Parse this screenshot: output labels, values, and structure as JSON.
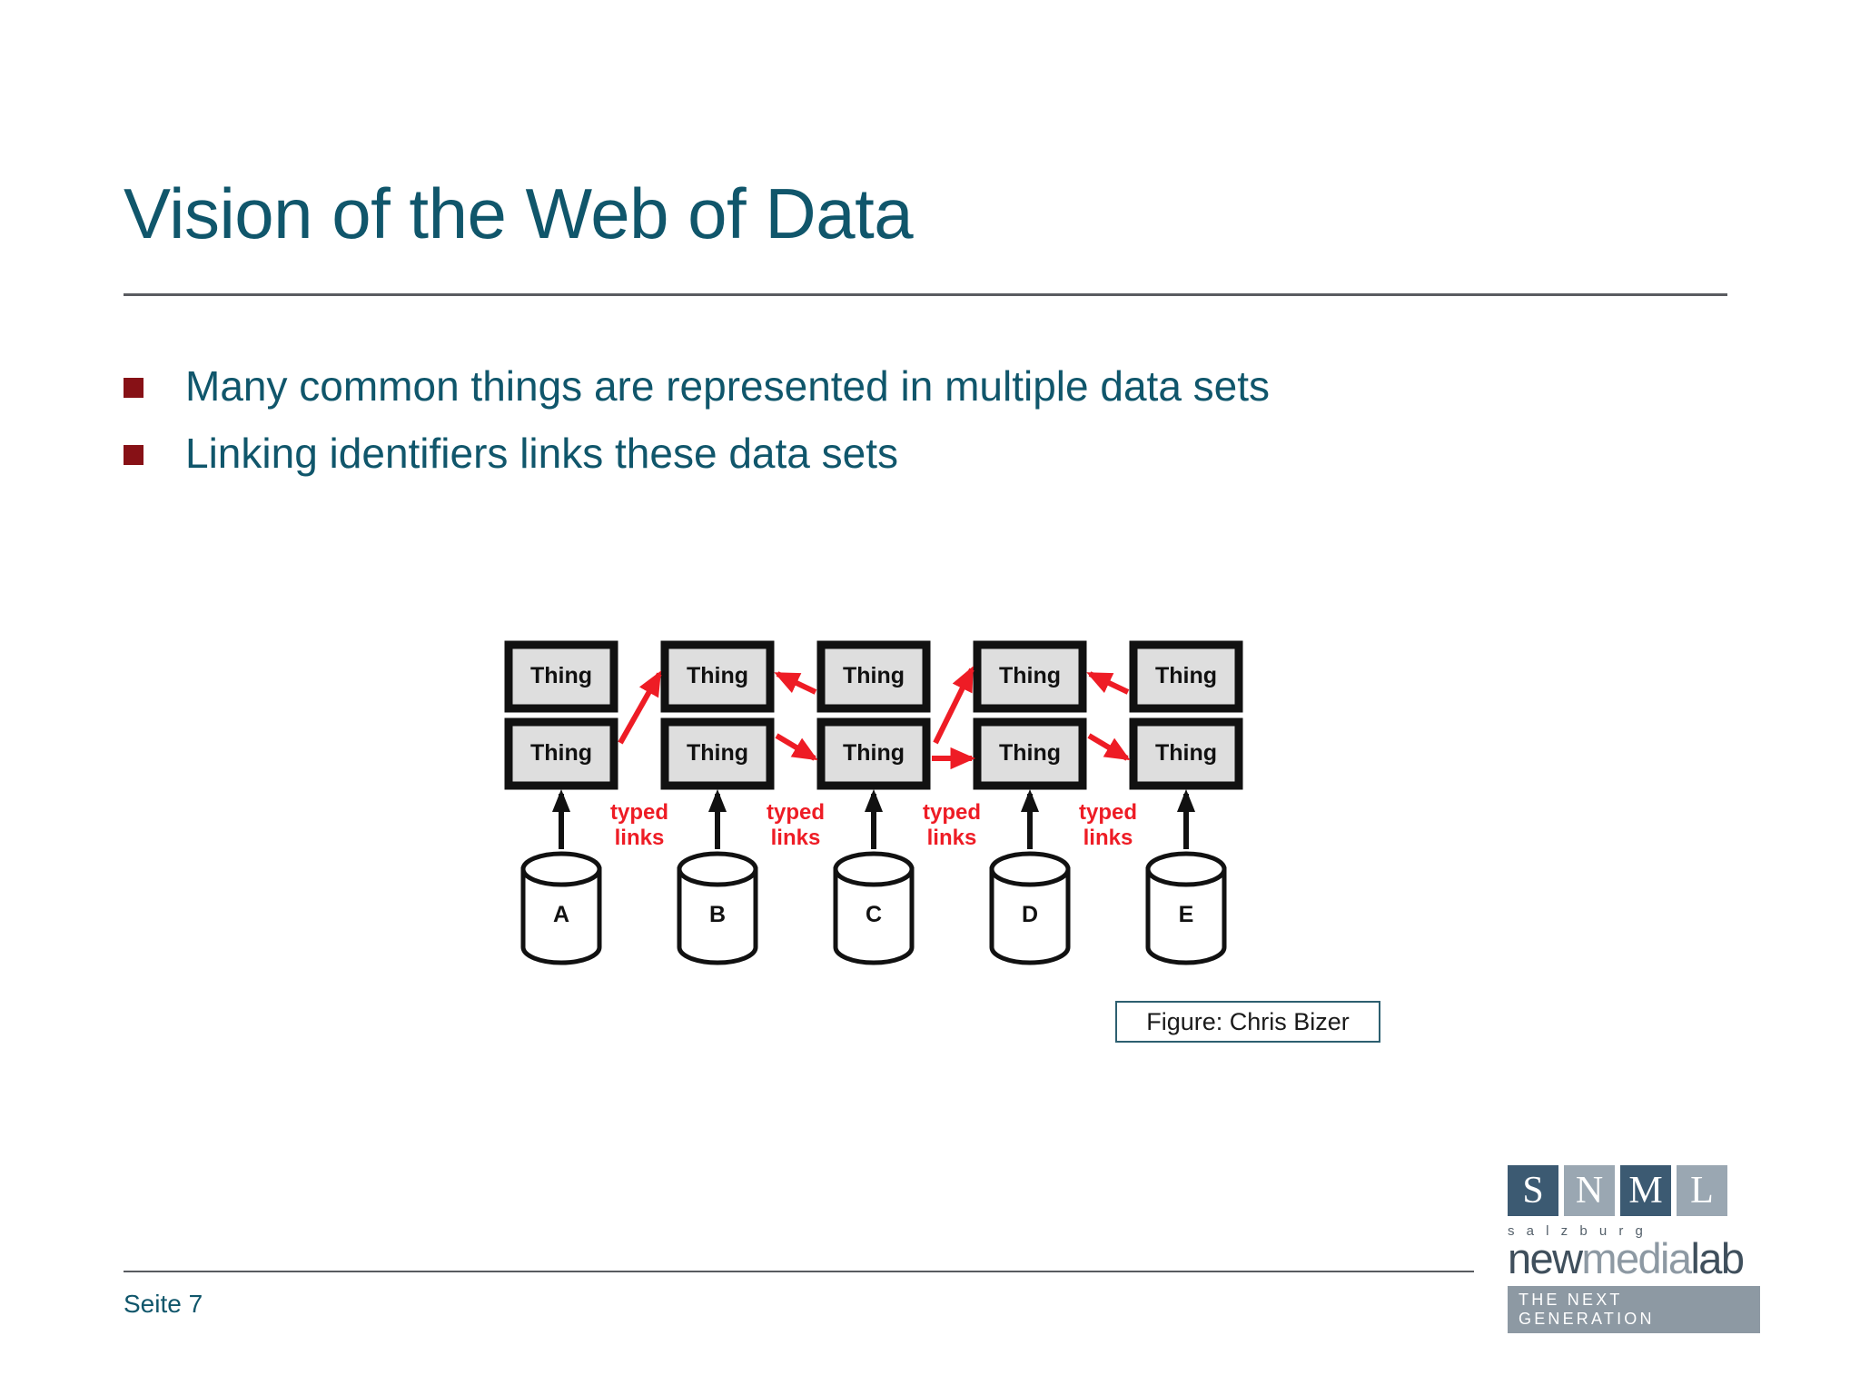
{
  "slide": {
    "title": "Vision of the Web of Data",
    "page_label": "Seite 7",
    "accent_color": "#10566b",
    "bullet_color": "#871116",
    "rule_color": "#595b60",
    "link_color": "#ee1c25"
  },
  "bullets": [
    {
      "text": "Many common things are represented in multiple data sets"
    },
    {
      "text": "Linking identifiers links these data sets"
    }
  ],
  "diagram": {
    "box_label": "Thing",
    "link_label_line1": "typed",
    "link_label_line2": "links",
    "datasets": [
      {
        "id": "A",
        "label": "A"
      },
      {
        "id": "B",
        "label": "B"
      },
      {
        "id": "C",
        "label": "C"
      },
      {
        "id": "D",
        "label": "D"
      },
      {
        "id": "E",
        "label": "E"
      }
    ],
    "columns": [
      {
        "top": "Thing",
        "bottom": "Thing"
      },
      {
        "top": "Thing",
        "bottom": "Thing"
      },
      {
        "top": "Thing",
        "bottom": "Thing"
      },
      {
        "top": "Thing",
        "bottom": "Thing"
      },
      {
        "top": "Thing",
        "bottom": "Thing"
      }
    ],
    "typed_link_labels": [
      "typed links",
      "typed links",
      "typed links",
      "typed links"
    ]
  },
  "figure_credit": {
    "text": "Figure: Chris Bizer"
  },
  "logo": {
    "letters": [
      "S",
      "N",
      "M",
      "L"
    ],
    "salzburg": "s a l z b u r g",
    "word_part1": "new",
    "word_part2": "media",
    "word_part3": "lab",
    "tagline": "THE NEXT GENERATION"
  }
}
